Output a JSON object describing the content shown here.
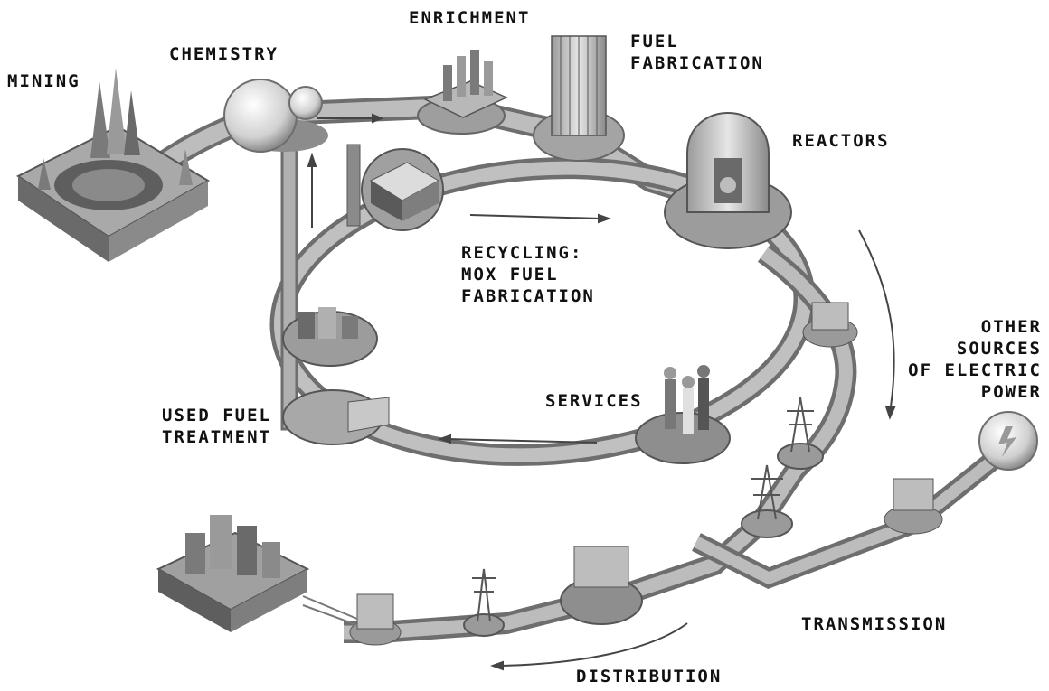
{
  "diagram": {
    "labels": {
      "mining": "MINING",
      "chemistry": "CHEMISTRY",
      "enrichment": "ENRICHMENT",
      "fuel_fabrication_line1": "FUEL",
      "fuel_fabrication_line2": "FABRICATION",
      "reactors": "REACTORS",
      "recycling_line1": "RECYCLING:",
      "recycling_line2": "MOX FUEL",
      "recycling_line3": "FABRICATION",
      "other_sources_line1": "OTHER",
      "other_sources_line2": "SOURCES",
      "other_sources_line3": "OF ELECTRIC",
      "other_sources_line4": "POWER",
      "services": "SERVICES",
      "used_fuel_line1": "USED FUEL",
      "used_fuel_line2": "TREATMENT",
      "transmission": "TRANSMISSION",
      "distribution": "DISTRIBUTION"
    },
    "colors": {
      "track_fill": "#b8b8b8",
      "track_edge": "#6e6e6e",
      "platform_fill": "#a8a8a8",
      "structure_dark": "#555555",
      "structure_mid": "#8a8a8a",
      "structure_light": "#d8d8d8"
    }
  }
}
